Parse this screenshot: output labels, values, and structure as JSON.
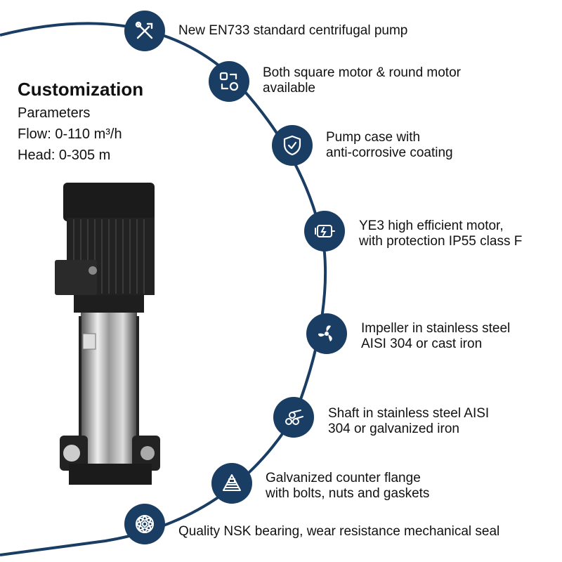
{
  "heading": {
    "title": "Customization",
    "subtitle": "Parameters",
    "flow": "Flow: 0-110 m³/h",
    "head": "Head: 0-305 m"
  },
  "accent_color": "#1a3d63",
  "features": [
    {
      "icon": "tools-icon",
      "lines": [
        "New EN733 standard centrifugal pump"
      ]
    },
    {
      "icon": "swap-shapes-icon",
      "lines": [
        "Both square motor & round motor",
        "available"
      ]
    },
    {
      "icon": "shield-check-icon",
      "lines": [
        "Pump case with",
        "anti-corrosive coating"
      ]
    },
    {
      "icon": "motor-icon",
      "lines": [
        "YE3 high efficient motor,",
        "with protection IP55 class F"
      ]
    },
    {
      "icon": "impeller-icon",
      "lines": [
        "Impeller in stainless steel",
        "AISI 304 or cast iron"
      ]
    },
    {
      "icon": "shaft-bars-icon",
      "lines": [
        "Shaft in stainless steel AISI",
        "304 or galvanized iron"
      ]
    },
    {
      "icon": "flange-icon",
      "lines": [
        "Galvanized counter flange",
        "with bolts, nuts and gaskets"
      ]
    },
    {
      "icon": "bearing-icon",
      "lines": [
        "Quality NSK bearing, wear resistance mechanical seal"
      ]
    }
  ]
}
